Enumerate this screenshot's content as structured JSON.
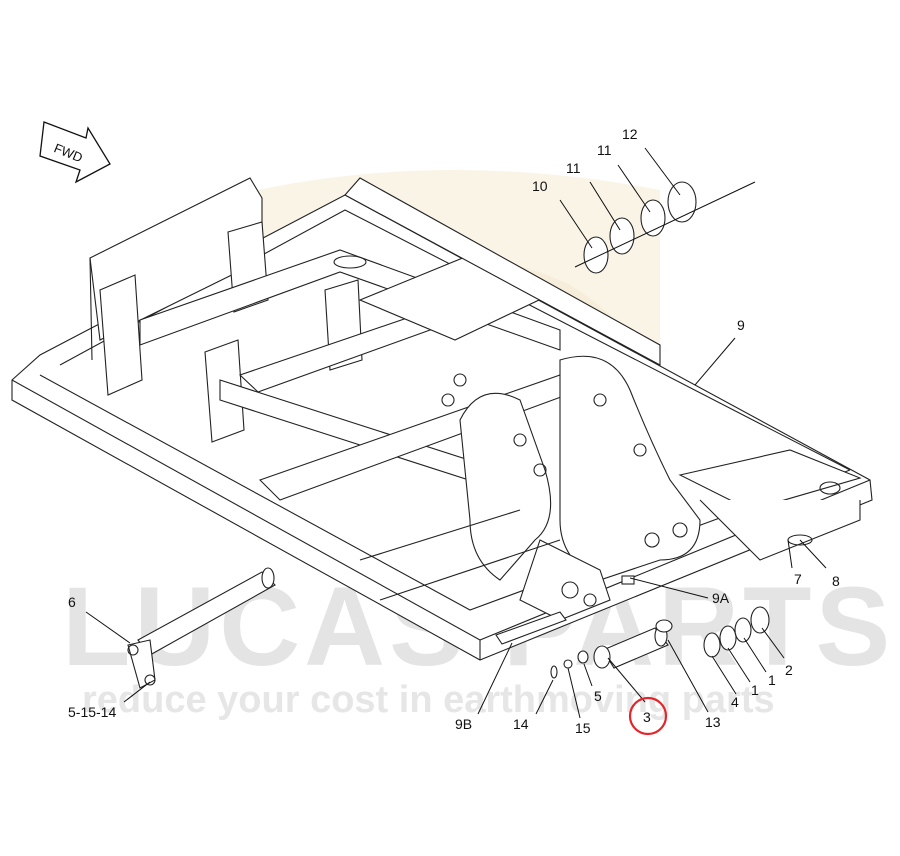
{
  "watermark": {
    "brand": "LUCAS PARTS",
    "tagline": "reduce your cost in earthmoving parts"
  },
  "direction_arrow": {
    "label": "FWD"
  },
  "callouts": {
    "c1": "1",
    "c1b": "1",
    "c2": "2",
    "c3": "3",
    "c4": "4",
    "c5": "5",
    "c6": "6",
    "c7": "7",
    "c8": "8",
    "c9": "9",
    "c9a": "9A",
    "c9b": "9B",
    "c10": "10",
    "c11a": "11",
    "c11b": "11",
    "c12": "12",
    "c13": "13",
    "c14": "14",
    "c15": "15",
    "c5_15_14": "5-15-14"
  },
  "highlight": {
    "target": "3",
    "color": "#e3262c"
  },
  "colors": {
    "line": "#222222",
    "watermark": "#e4e4e4",
    "logo_tint": "#f6ecd4"
  }
}
